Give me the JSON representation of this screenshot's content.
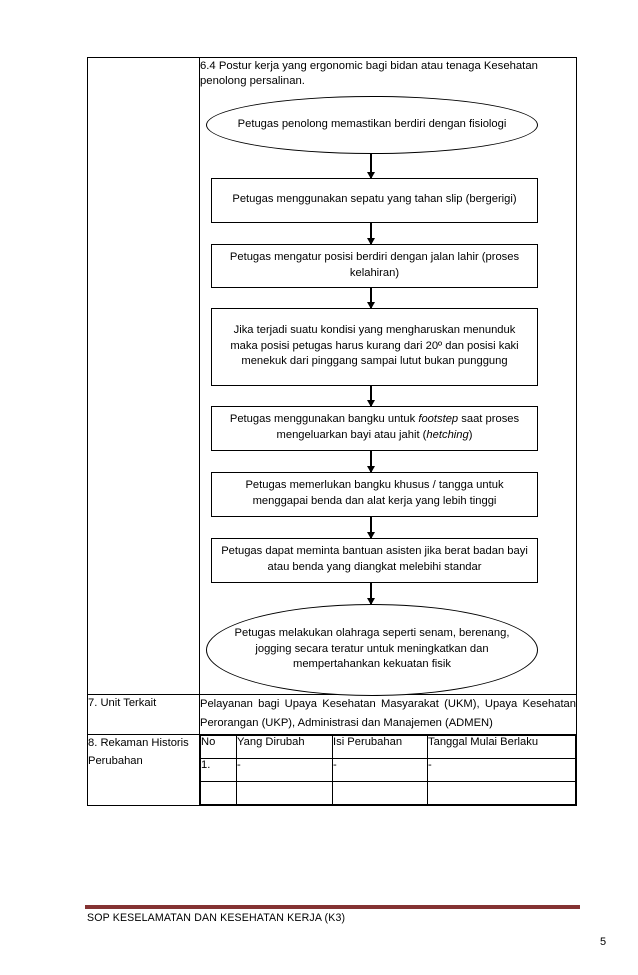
{
  "document": {
    "footer_text": "SOP KESELAMATAN DAN KESEHATAN KERJA (K3)",
    "page_number": "5",
    "accent_color": "#843232",
    "border_color": "#000000"
  },
  "sections": {
    "flow_section": {
      "label": "",
      "heading": "6.4 Postur kerja yang ergonomic bagi bidan atau tenaga Kesehatan penolong persalinan.",
      "nodes": [
        {
          "id": "start",
          "shape": "ellipse",
          "text": "Petugas penolong memastikan berdiri dengan fisiologi"
        },
        {
          "id": "step1",
          "shape": "box",
          "text": "Petugas menggunakan sepatu yang tahan slip (bergerigi)"
        },
        {
          "id": "step2",
          "shape": "box",
          "text": "Petugas mengatur posisi berdiri dengan jalan lahir (proses kelahiran)"
        },
        {
          "id": "step3",
          "shape": "box",
          "text": "Jika terjadi suatu kondisi yang mengharuskan menunduk maka posisi petugas harus kurang dari 20º dan posisi kaki menekuk dari pinggang sampai lutut bukan punggung"
        },
        {
          "id": "step4",
          "shape": "box",
          "text_parts": [
            {
              "t": "Petugas menggunakan bangku untuk ",
              "i": false
            },
            {
              "t": "footstep",
              "i": true
            },
            {
              "t": " saat proses mengeluarkan bayi atau jahit (",
              "i": false
            },
            {
              "t": "hetching",
              "i": true
            },
            {
              "t": ")",
              "i": false
            }
          ]
        },
        {
          "id": "step5",
          "shape": "box",
          "text": "Petugas memerlukan bangku khusus / tangga untuk menggapai benda dan alat kerja yang lebih tinggi"
        },
        {
          "id": "step6",
          "shape": "box",
          "text": "Petugas dapat meminta bantuan asisten jika berat badan bayi atau benda yang diangkat melebihi standar"
        },
        {
          "id": "end",
          "shape": "ellipse",
          "text": "Petugas melakukan olahraga seperti senam, berenang, jogging secara teratur untuk meningkatkan dan mempertahankan kekuatan fisik"
        }
      ]
    },
    "unit_terkait": {
      "label": "7. Unit Terkait",
      "body": "Pelayanan bagi Upaya Kesehatan Masyarakat (UKM), Upaya Kesehatan Perorangan (UKP), Administrasi dan Manajemen (ADMEN)"
    },
    "rekaman_historis": {
      "label": "8.  Rekaman Historis Perubahan",
      "table": {
        "headers": [
          "No",
          "Yang Dirubah",
          "Isi Perubahan",
          "Tanggal Mulai Berlaku"
        ],
        "rows": [
          [
            "1.",
            "-",
            "-",
            "-"
          ]
        ]
      }
    }
  }
}
